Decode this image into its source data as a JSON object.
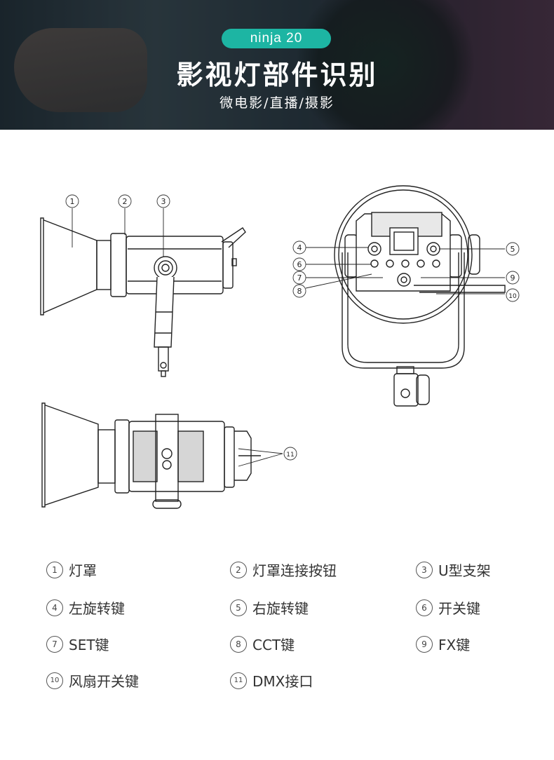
{
  "banner": {
    "badge": "ninja 20",
    "title": "影视灯部件识别",
    "subtitle": "微电影/直播/摄影"
  },
  "callouts": {
    "c1": "1",
    "c2": "2",
    "c3": "3",
    "c4": "4",
    "c5": "5",
    "c6": "6",
    "c7": "7",
    "c8": "8",
    "c9": "9",
    "c10": "10",
    "c11": "11"
  },
  "legend": [
    {
      "num": "1",
      "label": "灯罩"
    },
    {
      "num": "2",
      "label": "灯罩连接按钮"
    },
    {
      "num": "3",
      "label": "U型支架"
    },
    {
      "num": "4",
      "label": "左旋转键"
    },
    {
      "num": "5",
      "label": "右旋转键"
    },
    {
      "num": "6",
      "label": "开关键"
    },
    {
      "num": "7",
      "label": "SET键"
    },
    {
      "num": "8",
      "label": "CCT键"
    },
    {
      "num": "9",
      "label": "FX键"
    },
    {
      "num": "10",
      "label": "风扇开关键"
    },
    {
      "num": "11",
      "label": "DMX接口"
    }
  ],
  "colors": {
    "accent": "#1db5a3",
    "line": "#222222"
  }
}
